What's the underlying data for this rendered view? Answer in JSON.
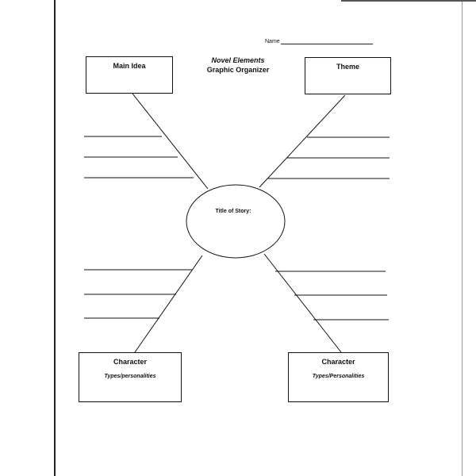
{
  "header": {
    "name_label": "Name",
    "title_italic": "Novel Elements",
    "title_sub": "Graphic Organizer"
  },
  "boxes": {
    "main_idea": {
      "label": "Main Idea"
    },
    "theme": {
      "label": "Theme"
    },
    "character_left": {
      "label": "Character",
      "sub": "Types/personalities"
    },
    "character_right": {
      "label": "Character",
      "sub": "Types/Personalities"
    }
  },
  "center": {
    "label": "Title of Story:"
  },
  "colors": {
    "ink": "#111111",
    "paper": "#ffffff"
  }
}
